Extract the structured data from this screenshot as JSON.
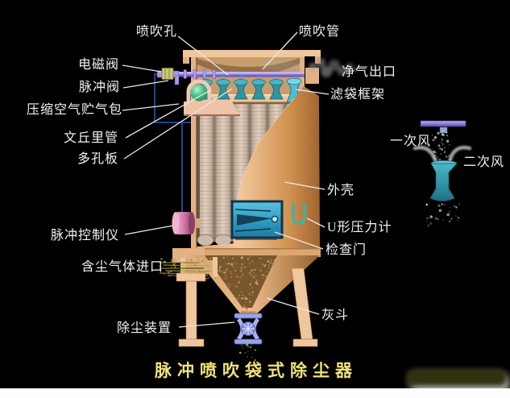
{
  "title": "脉冲喷吹袋式除尘器",
  "labels": {
    "spray_hole": "喷吹孔",
    "solenoid_valve": "电磁阀",
    "pulse_valve": "脉冲阀",
    "compressed_air_tank": "压缩空气贮气包",
    "venturi_tube": "文丘里管",
    "perforated_plate": "多孔板",
    "pulse_controller": "脉冲控制仪",
    "dusty_gas_inlet": "含尘气体进口",
    "dust_removal_device": "除尘装置",
    "spray_pipe": "喷吹管",
    "clean_air_outlet": "净气出口",
    "filter_bag_frame": "滤袋框架",
    "shell": "外壳",
    "u_pressure_gauge": "U形压力计",
    "inspection_door": "检查门",
    "ash_hopper": "灰斗",
    "primary_air": "一次风",
    "secondary_air": "二次风"
  },
  "colors": {
    "background": "#000000",
    "label_text": "#f2f2f2",
    "title_text": "#f0e27a",
    "shell_tan": "#e8b586",
    "bag_gray_tan": "#d6c3b3",
    "venturi_teal": "#2e93a3",
    "blowpipe_purple": "#8f7fd8",
    "pulse_valve_green": "#46c184",
    "controller_pink": "#d183ab",
    "door_blue": "#35a3c4",
    "dust_olive": "#9f8f3a",
    "rotary_valve_periwinkle": "#99a2e6",
    "wire_blue": "#2c52b0"
  }
}
